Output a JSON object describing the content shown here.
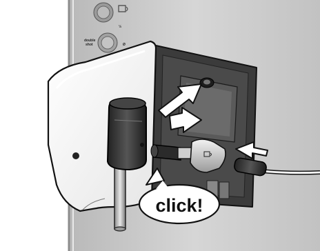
{
  "illustration": {
    "callout_text": "click!",
    "dial_label": "double shot",
    "dial_label_line1": "double",
    "dial_label_line2": "shot",
    "dial_marks": [
      "½",
      "Ø"
    ],
    "colors": {
      "machine_body": "#cfcfcf",
      "panel_white": "#f4f4f4",
      "bracket_dark": "#3a3a3a",
      "arrow_fill": "#ffffff",
      "outline": "#111111"
    }
  }
}
